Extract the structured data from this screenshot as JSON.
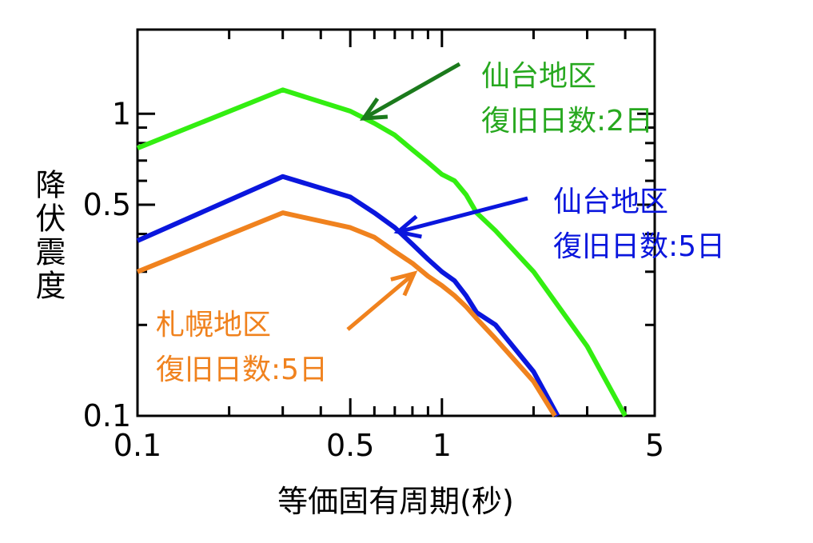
{
  "chart_data": {
    "type": "line",
    "xlabel": "等価固有周期(秒)",
    "ylabel": "降伏震度",
    "xscale": "log",
    "yscale": "log",
    "xlim": [
      0.1,
      5
    ],
    "ylim": [
      0.1,
      1.9
    ],
    "xticks": [
      {
        "value": 0.1,
        "label": "0.1"
      },
      {
        "value": 0.5,
        "label": "0.5"
      },
      {
        "value": 1,
        "label": "1"
      },
      {
        "value": 5,
        "label": "5"
      }
    ],
    "yticks": [
      {
        "value": 0.1,
        "label": "0.1"
      },
      {
        "value": 0.5,
        "label": "0.5"
      },
      {
        "value": 1,
        "label": "1"
      }
    ],
    "xminor": [
      0.2,
      0.3,
      0.4,
      0.6,
      0.7,
      0.8,
      0.9,
      2,
      3,
      4
    ],
    "yminor": [
      0.2,
      0.3,
      0.4,
      0.6,
      0.7,
      0.8,
      0.9
    ],
    "grid": false,
    "series": [
      {
        "color": "#33ee11",
        "x": [
          0.1,
          0.3,
          0.5,
          0.6,
          0.7,
          0.8,
          0.9,
          1.0,
          1.1,
          1.2,
          1.3,
          1.5,
          2.0,
          3.0,
          4.0
        ],
        "y": [
          0.77,
          1.2,
          1.02,
          0.93,
          0.85,
          0.76,
          0.69,
          0.63,
          0.6,
          0.54,
          0.47,
          0.41,
          0.3,
          0.17,
          0.1
        ]
      },
      {
        "color": "#0a16dd",
        "x": [
          0.1,
          0.3,
          0.5,
          0.6,
          0.7,
          0.8,
          0.9,
          1.0,
          1.1,
          1.2,
          1.3,
          1.5,
          2.0,
          2.4
        ],
        "y": [
          0.38,
          0.62,
          0.53,
          0.47,
          0.42,
          0.37,
          0.33,
          0.3,
          0.28,
          0.25,
          0.22,
          0.2,
          0.14,
          0.1
        ]
      },
      {
        "color": "#f0821e",
        "x": [
          0.1,
          0.3,
          0.5,
          0.6,
          0.7,
          0.8,
          0.9,
          1.0,
          1.1,
          1.2,
          1.3,
          1.5,
          2.0,
          2.35
        ],
        "y": [
          0.3,
          0.47,
          0.42,
          0.39,
          0.35,
          0.32,
          0.29,
          0.27,
          0.25,
          0.23,
          0.21,
          0.18,
          0.13,
          0.1
        ]
      }
    ],
    "annotations": [
      {
        "line1": "仙台地区",
        "line2": "復旧日数:2日",
        "color": "#27a81f",
        "arrow_color": "#1b7a1c",
        "arrow_to": {
          "x": 0.55,
          "y": 0.98
        }
      },
      {
        "line1": "仙台地区",
        "line2": "復旧日数:5日",
        "color": "#0a16dd",
        "arrow_color": "#0a16dd",
        "arrow_to": {
          "x": 0.75,
          "y": 0.39
        }
      },
      {
        "line1": "札幌地区",
        "line2": "復旧日数:5日",
        "color": "#f0821e",
        "arrow_color": "#f0821e",
        "arrow_to": {
          "x": 0.85,
          "y": 0.32
        }
      }
    ]
  }
}
